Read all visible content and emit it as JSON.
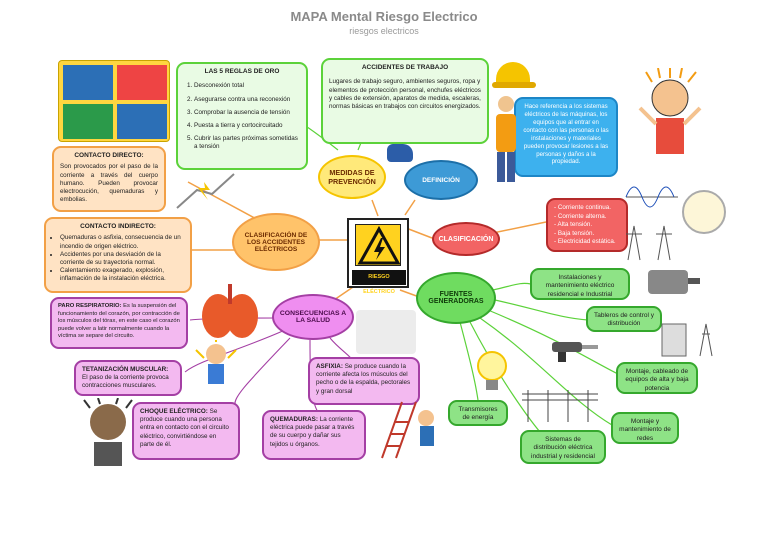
{
  "header": {
    "title": "MAPA Mental Riesgo Electrico",
    "subtitle": "riesgos electricos"
  },
  "center": {
    "sign_text": "RIESGO ELÉCTRICO"
  },
  "reglas": {
    "title": "LAS 5 REGLAS DE ORO",
    "items": [
      "Desconexión total",
      "Asegurarse contra una reconexión",
      "Comprobar la ausencia de tensión",
      "Puesta a tierra y cortocircuitado",
      "Cubrir las partes próximas sometidas a tensión"
    ]
  },
  "accidentes": {
    "title": "ACCIDENTES DE TRABAJO",
    "text": "Lugares de trabajo seguro, ambientes seguros, ropa y elementos de protección personal, enchufes eléctricos y cables de extensión, aparatos de medida, escaleras, normas básicas en trabajos con circuitos energizados."
  },
  "medidas": {
    "label": "MEDIDAS DE PREVENCIÓN"
  },
  "definicion": {
    "label": "DEFINICIÓN"
  },
  "definicion_text": "Hace referencia a los sistemas eléctricos de las máquinas, los equipos que al entrar en contacto con las personas o las instalaciones y materiales pueden provocar lesiones a las personas y daños a la propiedad.",
  "clasificacion": {
    "label": "CLASIFICACIÓN",
    "items": [
      "- Corriente continua.",
      "- Corriente alterna.",
      "- Alta tensión.",
      "- Baja tensión.",
      "- Electricidad estática."
    ]
  },
  "clasif_accidentes": {
    "label": "CLASIFICACIÓN DE LOS ACCIDENTES ELÉCTRICOS"
  },
  "directo": {
    "title": "CONTACTO DIRECTO:",
    "text": "Son provocados por el paso de la corriente a través del cuerpo humano. Pueden provocar electrocución, quemaduras y embolias."
  },
  "indirecto": {
    "title": "CONTACTO INDIRECTO:",
    "items": [
      "Quemaduras o asfixia, consecuencia de un incendio de origen eléctrico.",
      "Accidentes por una desviación de la corriente de su trayectoria normal.",
      "Calentamiento exagerado, explosión, inflamación de la instalación eléctrica."
    ]
  },
  "consecuencias": {
    "label": "CONSECUENCIAS A LA SALUD"
  },
  "paro": {
    "title": "PARO RESPIRATORIO:",
    "text": "Es la suspensión del funcionamiento del corazón, por contracción de los músculos del tórax, en este caso el corazón puede volver a latir normalmente cuando la víctima se separe del circuito."
  },
  "tetanizacion": {
    "title": "TETANIZACIÓN MUSCULAR:",
    "text": "El paso de la corriente provoca contracciones musculares."
  },
  "choque": {
    "title": "CHOQUE ELÉCTRICO:",
    "text": "Se produce cuando una persona entra en contacto con el circuito eléctrico, convirtiéndose en parte de él."
  },
  "asfixia": {
    "title": "ASFIXIA:",
    "text": "Se produce cuando la corriente afecta los músculos del pecho o de la espalda, pectorales y gran dorsal"
  },
  "quemaduras": {
    "title": "QUEMADURAS:",
    "text": "La corriente eléctrica puede pasar a través de su cuerpo y dañar sus tejidos u órganos."
  },
  "fuentes": {
    "label": "FUENTES GENERADORAS"
  },
  "fuentes_items": {
    "instalaciones": "Instalaciones y mantenimiento eléctrico residencial e Industrial",
    "tableros": "Tableros de control y distribución",
    "montaje_alta": "Montaje, cableado de equipos de alta y baja potencia",
    "montaje_redes": "Montaje y mantenimiento de redes",
    "sistemas": "Sistemas de distribución eléctrica industrial y residencial",
    "transmisores": "Transmisores de energía"
  },
  "colors": {
    "green": "#5cd23a",
    "orange": "#f2a046",
    "pink": "#a43fa4",
    "blue": "#3db1ee",
    "red": "#f26464",
    "yellow": "#ffd21f"
  }
}
